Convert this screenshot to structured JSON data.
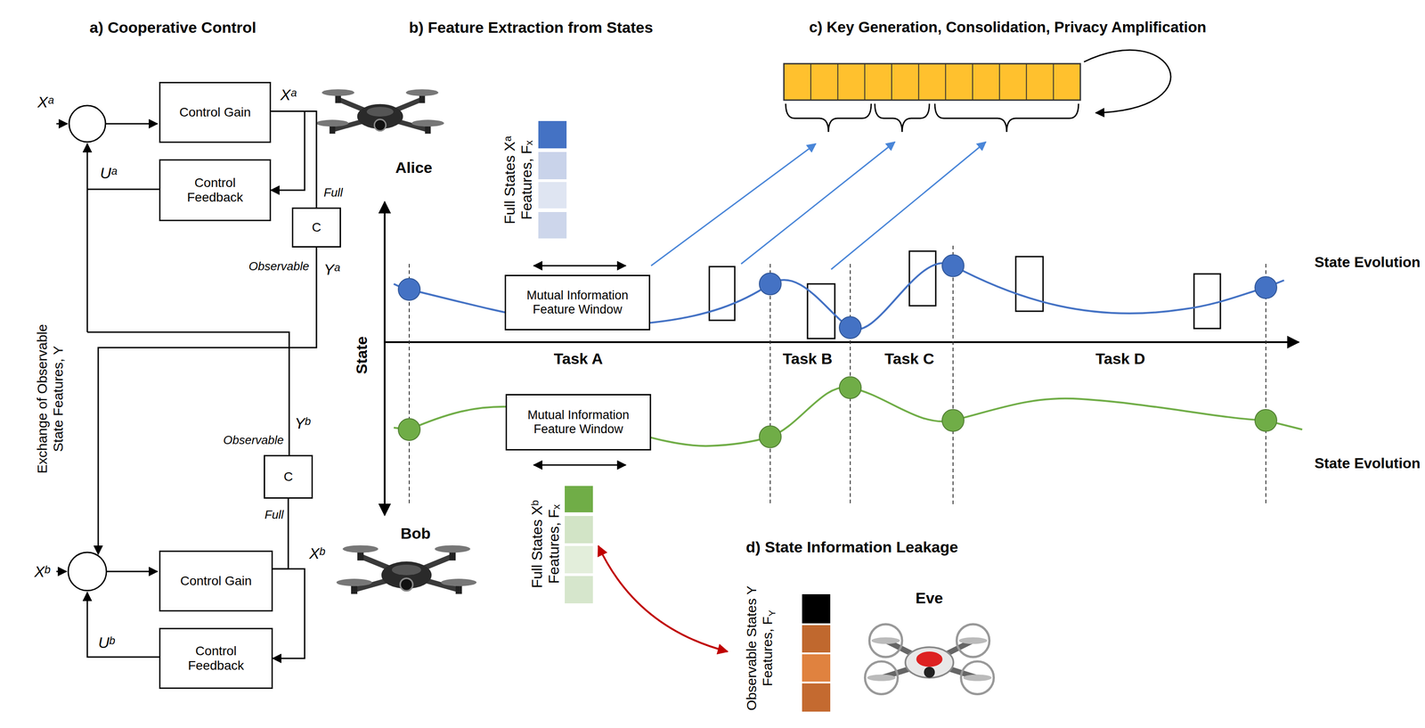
{
  "diagram": {
    "nodes": [
      {
        "text": [
          "Control Gain"
        ]
      },
      {
        "text": [
          "Control Feedback"
        ]
      },
      {
        "text": [
          "C"
        ]
      },
      {
        "text": [
          "C"
        ]
      },
      {
        "text": [
          "Control Gain"
        ]
      },
      {
        "text": [
          "Control Feedback"
        ]
      },
      {
        "text": [
          "Mutual Information Feature Window"
        ]
      },
      {
        "text": [
          "Mutual Information Feature Window"
        ]
      }
    ],
    "edges": [
      {
        "from": 0,
        "to": 1,
        "arrow": "to"
      },
      {
        "from": 0,
        "to": 2,
        "arrow": "none"
      },
      {
        "from": 4,
        "to": 5,
        "arrow": "to"
      },
      {
        "from": 4,
        "to": 3,
        "arrow": "none"
      }
    ],
    "labels": [
      "a) Cooperative Control",
      "b) Feature Extraction from States",
      "c) Key Generation, Consolidation, Privacy Amplification",
      "Xᵃ",
      "Xᵃ",
      "Uᵃ",
      "Full",
      "Observable",
      "Yᵃ",
      "Exchange of Observable State Features, Y",
      "Alice",
      "Full States Xᵃ Features, Fₓ",
      "State",
      "Task A",
      "Task B",
      "Task C",
      "Task D",
      "State Evolution",
      "Yᵇ",
      "Observable",
      "Full",
      "Bob",
      "Full States Xᵇ Features, Fₓ",
      "State Evolution",
      "d) State Information Leakage",
      "Xᵇ",
      "Xᵇ",
      "Uᵇ",
      "Eve",
      "Observable States Y Features, F",
      "Y"
    ]
  }
}
